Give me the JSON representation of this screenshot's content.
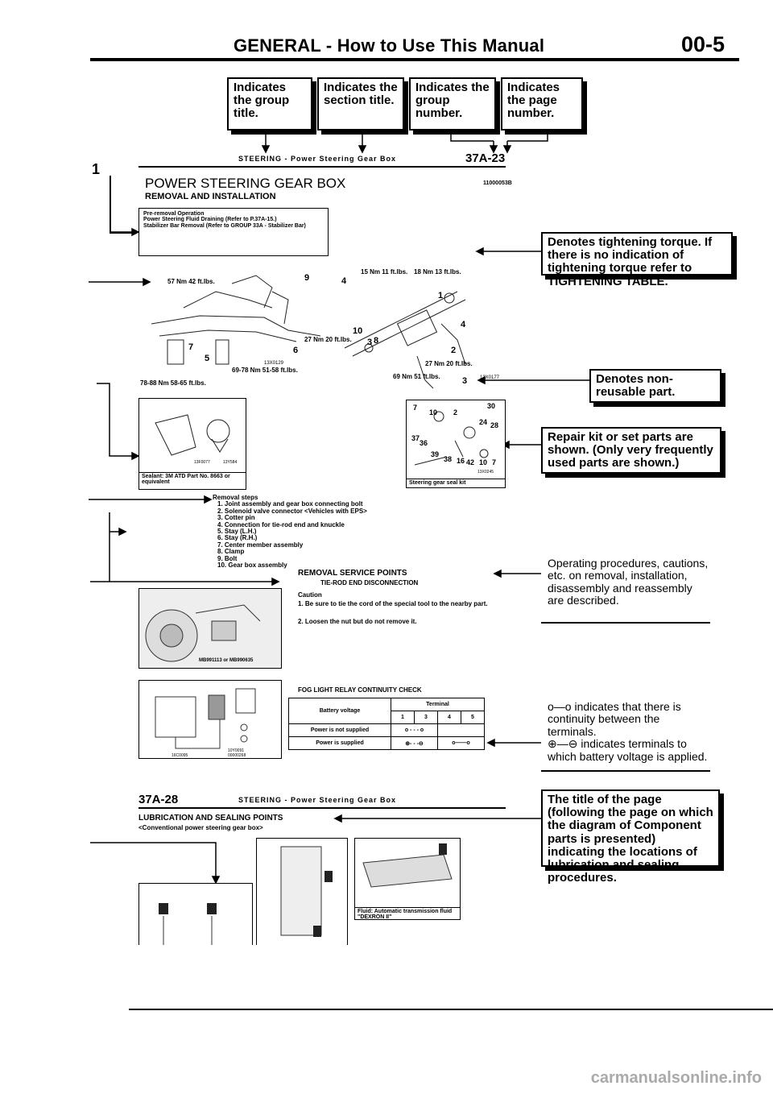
{
  "header": {
    "title": "GENERAL - How to Use This Manual",
    "page": "00-5"
  },
  "top_callouts": [
    "Indicates the group title.",
    "Indicates the section title.",
    "Indicates the group number.",
    "Indicates the page number."
  ],
  "running_head": {
    "text": "STEERING - Power Steering Gear Box",
    "page": "37A-23"
  },
  "section_marker": "1",
  "section": {
    "title": "POWER STEERING GEAR BOX",
    "code": "11000053B",
    "subtitle": "REMOVAL AND INSTALLATION"
  },
  "pre_removal": {
    "heading": "Pre-removal Operation",
    "items": [
      "Power Steering Fluid Draining (Refer to P.37A-15.)",
      "Stabilizer Bar Removal (Refer to GROUP 33A - Stabilizer Bar)"
    ]
  },
  "side_callouts": {
    "torque": "Denotes tightening torque. If there is no indication of tightening torque refer to TIGHTENING TABLE.",
    "nonreusable": "Denotes non-reusable part.",
    "repair_kit": "Repair kit or set parts are shown. (Only very frequently used parts are shown.)",
    "title_following": "The title of the page (following the page on which the diagram of Component parts is presented) indicating the locations of lubrication and sealing procedures."
  },
  "torque_labels": [
    "57 Nm 42 ft.lbs.",
    "15 Nm 11 ft.lbs.",
    "18 Nm 13 ft.lbs.",
    "27 Nm 20 ft.lbs.",
    "69-78 Nm 51-58 ft.lbs.",
    "78-88 Nm 58-65 ft.lbs.",
    "69 Nm 51 ft.lbs.",
    "27 Nm 20 ft.lbs."
  ],
  "part_numbers_diagram": [
    "9",
    "4",
    "1",
    "10",
    "4",
    "2",
    "7",
    "6",
    "5",
    "8",
    "3",
    "3"
  ],
  "figure_codes": [
    "13X0129",
    "13X0177",
    "13F0077",
    "13Y584",
    "13X0245",
    "16C0095",
    "10Y0091",
    "00000268"
  ],
  "sealant": "Sealant: 3M ATD Part No. 8663 or equivalent",
  "seal_kit": {
    "label": "Steering gear seal kit",
    "numbers": [
      "7",
      "10",
      "2",
      "30",
      "24",
      "28",
      "37",
      "36",
      "39",
      "38",
      "16",
      "42",
      "10",
      "7"
    ]
  },
  "removal_steps": {
    "heading": "Removal steps",
    "items": [
      "1. Joint assembly and gear box connecting bolt",
      "2. Solenoid valve connector <Vehicles with EPS>",
      "3. Cotter pin",
      "4. Connection for tie-rod end and knuckle",
      "5. Stay (L.H.)",
      "6. Stay (R.H.)",
      "7. Center member assembly",
      "8. Clamp",
      "9. Bolt",
      "10. Gear box assembly"
    ]
  },
  "service_points": {
    "heading": "REMOVAL SERVICE POINTS",
    "sub": "TIE-ROD END DISCONNECTION",
    "caution": "Caution",
    "c1": "1. Be sure to tie the cord of the special tool to the nearby part.",
    "c2": "2. Loosen the nut but do not remove it.",
    "tool": "MB991113 or MB990635"
  },
  "operating_note": "Operating procedures, cautions, etc. on removal, installation, disassembly and reassembly are described.",
  "relay": {
    "heading": "FOG LIGHT RELAY CONTINUITY CHECK",
    "col_battery": "Battery voltage",
    "col_terminal": "Terminal",
    "terminals": [
      "1",
      "3",
      "4",
      "5"
    ],
    "row1": "Power is not supplied",
    "row2": "Power is supplied"
  },
  "continuity_note": {
    "line1": "indicates that there is continuity between the terminals.",
    "line2": "indicates terminals to which battery voltage is applied."
  },
  "bottom_running_head": {
    "page": "37A-28",
    "text": "STEERING - Power Steering Gear Box"
  },
  "lube": {
    "heading": "LUBRICATION AND SEALING POINTS",
    "sub": "<Conventional power steering gear box>",
    "fluid": "Fluid: Automatic transmission fluid \"DEXRON II\""
  },
  "footer": "carmanualsonline.info"
}
